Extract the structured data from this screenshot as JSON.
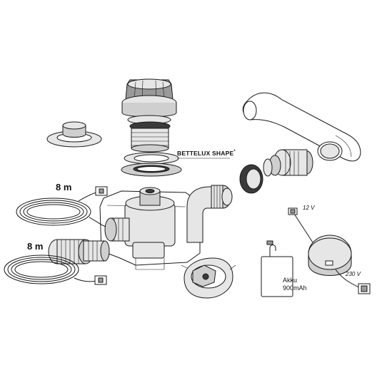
{
  "labels": {
    "cable_top_length": "8 m",
    "cable_bottom_length": "8 m",
    "product_name": "BETTELUX SHAPE",
    "product_mark": "*",
    "voltage_low": "12 V",
    "voltage_high": "230 V",
    "battery_line1": "Akku",
    "battery_line2": "900mAh"
  }
}
